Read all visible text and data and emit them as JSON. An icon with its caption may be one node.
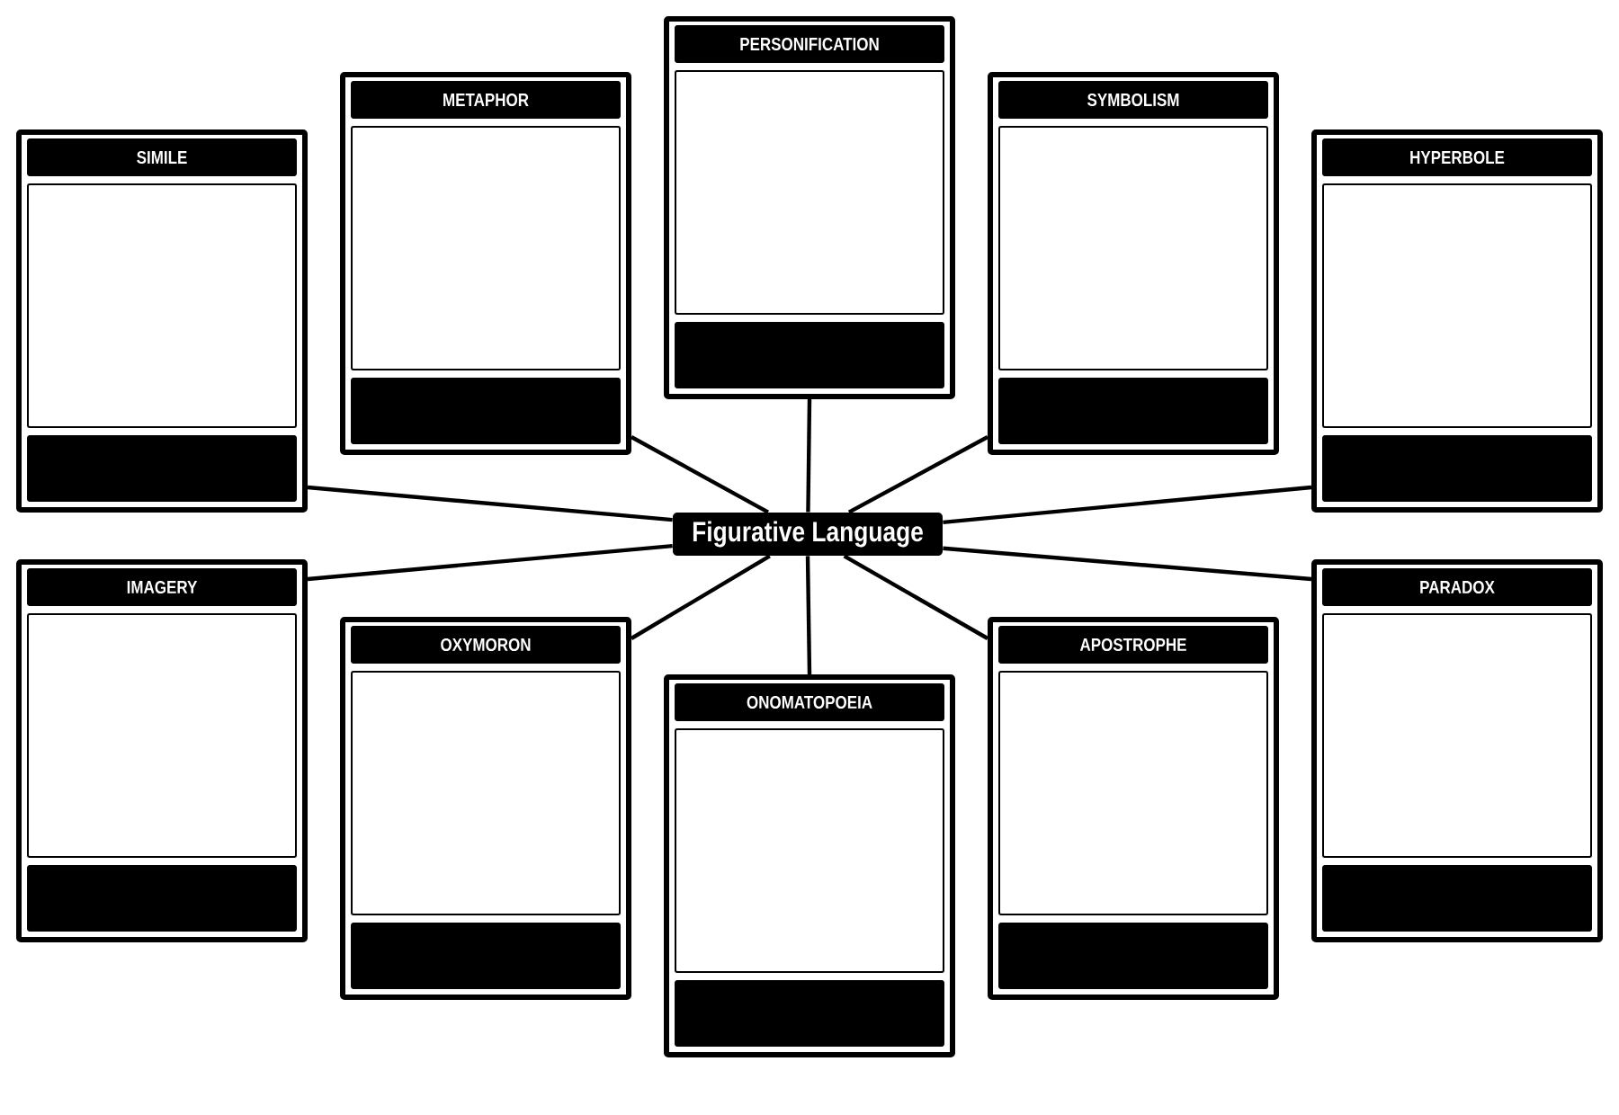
{
  "diagram": {
    "nodes": [
      {
        "text": [
          "Figurative Language"
        ]
      },
      {
        "text": [
          "SIMILE"
        ]
      },
      {
        "text": [
          "METAPHOR"
        ]
      },
      {
        "text": [
          "PERSONIFICATION"
        ]
      },
      {
        "text": [
          "SYMBOLISM"
        ]
      },
      {
        "text": [
          "HYPERBOLE"
        ]
      },
      {
        "text": [
          "IMAGERY"
        ]
      },
      {
        "text": [
          "OXYMORON"
        ]
      },
      {
        "text": [
          "ONOMATOPOEIA"
        ]
      },
      {
        "text": [
          "APOSTROPHE"
        ]
      },
      {
        "text": [
          "PARADOX"
        ]
      }
    ],
    "edges": [
      {
        "from": 0,
        "to": 1,
        "arrow": "none"
      },
      {
        "from": 0,
        "to": 2,
        "arrow": "none"
      },
      {
        "from": 0,
        "to": 3,
        "arrow": "none"
      },
      {
        "from": 0,
        "to": 4,
        "arrow": "none"
      },
      {
        "from": 0,
        "to": 5,
        "arrow": "none"
      },
      {
        "from": 0,
        "to": 6,
        "arrow": "none"
      },
      {
        "from": 0,
        "to": 7,
        "arrow": "none"
      },
      {
        "from": 0,
        "to": 8,
        "arrow": "none"
      },
      {
        "from": 0,
        "to": 9,
        "arrow": "none"
      },
      {
        "from": 0,
        "to": 10,
        "arrow": "none"
      }
    ]
  }
}
